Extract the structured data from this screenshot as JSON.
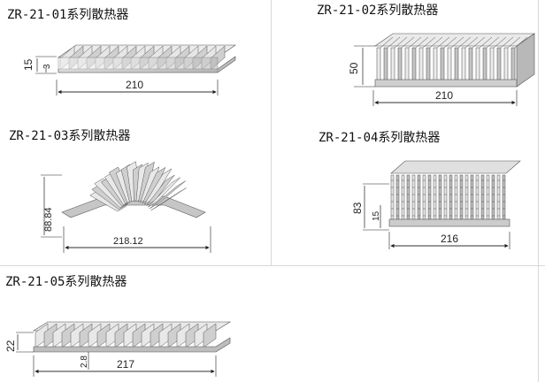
{
  "items": [
    {
      "title": "ZR-21-01系列散热器",
      "dims": {
        "height": "15",
        "base": "3",
        "width": "210"
      }
    },
    {
      "title": "ZR-21-02系列散热器",
      "dims": {
        "height": "50",
        "width": "210"
      }
    },
    {
      "title": "ZR-21-03系列散热器",
      "dims": {
        "height": "88.84",
        "width": "218.12"
      }
    },
    {
      "title": "ZR-21-04系列散热器",
      "dims": {
        "height": "83",
        "base": "15",
        "width": "216"
      }
    },
    {
      "title": "ZR-21-05系列散热器",
      "dims": {
        "height": "22",
        "base": "2.8",
        "width": "217"
      }
    }
  ]
}
